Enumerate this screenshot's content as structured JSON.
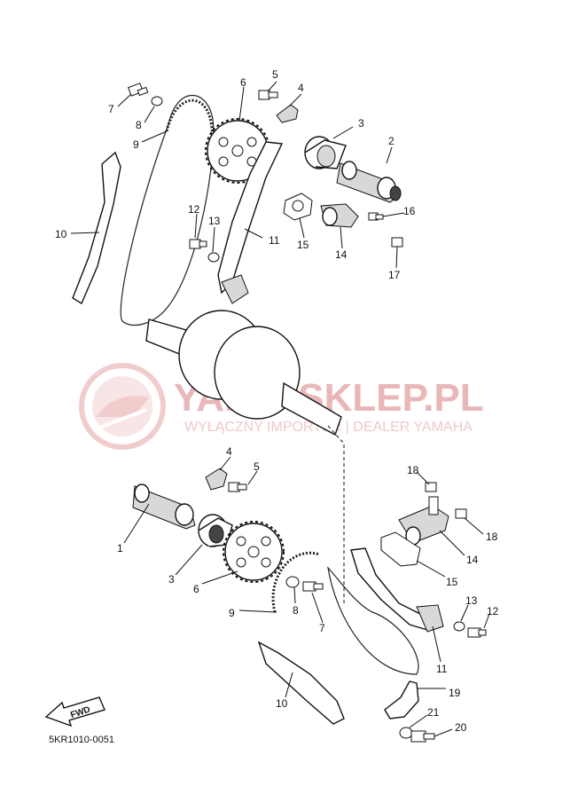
{
  "watermark": {
    "brand": "YAMA-SKLEP.PL",
    "tagline": "WYŁĄCZNY IMPORTER | DEALER YAMAHA"
  },
  "diagram_code": "5KR1010-0051",
  "fwd_label": "FWD",
  "callouts_top": [
    {
      "id": "c-top-7",
      "label": "7"
    },
    {
      "id": "c-top-8",
      "label": "8"
    },
    {
      "id": "c-top-9",
      "label": "9"
    },
    {
      "id": "c-top-6",
      "label": "6"
    },
    {
      "id": "c-top-5",
      "label": "5"
    },
    {
      "id": "c-top-4",
      "label": "4"
    },
    {
      "id": "c-top-3",
      "label": "3"
    },
    {
      "id": "c-top-2",
      "label": "2"
    },
    {
      "id": "c-top-10",
      "label": "10"
    },
    {
      "id": "c-top-12",
      "label": "12"
    },
    {
      "id": "c-top-13",
      "label": "13"
    },
    {
      "id": "c-top-11",
      "label": "11"
    },
    {
      "id": "c-top-15",
      "label": "15"
    },
    {
      "id": "c-top-16",
      "label": "16"
    },
    {
      "id": "c-top-14",
      "label": "14"
    },
    {
      "id": "c-top-17",
      "label": "17"
    }
  ],
  "callouts_bottom": [
    {
      "id": "c-bot-4",
      "label": "4"
    },
    {
      "id": "c-bot-5",
      "label": "5"
    },
    {
      "id": "c-bot-1",
      "label": "1"
    },
    {
      "id": "c-bot-3",
      "label": "3"
    },
    {
      "id": "c-bot-6",
      "label": "6"
    },
    {
      "id": "c-bot-9",
      "label": "9"
    },
    {
      "id": "c-bot-8",
      "label": "8"
    },
    {
      "id": "c-bot-7",
      "label": "7"
    },
    {
      "id": "c-bot-18a",
      "label": "18"
    },
    {
      "id": "c-bot-18b",
      "label": "18"
    },
    {
      "id": "c-bot-14",
      "label": "14"
    },
    {
      "id": "c-bot-15",
      "label": "15"
    },
    {
      "id": "c-bot-13",
      "label": "13"
    },
    {
      "id": "c-bot-12",
      "label": "12"
    },
    {
      "id": "c-bot-11",
      "label": "11"
    },
    {
      "id": "c-bot-19",
      "label": "19"
    },
    {
      "id": "c-bot-10",
      "label": "10"
    },
    {
      "id": "c-bot-21",
      "label": "21"
    },
    {
      "id": "c-bot-20",
      "label": "20"
    }
  ]
}
